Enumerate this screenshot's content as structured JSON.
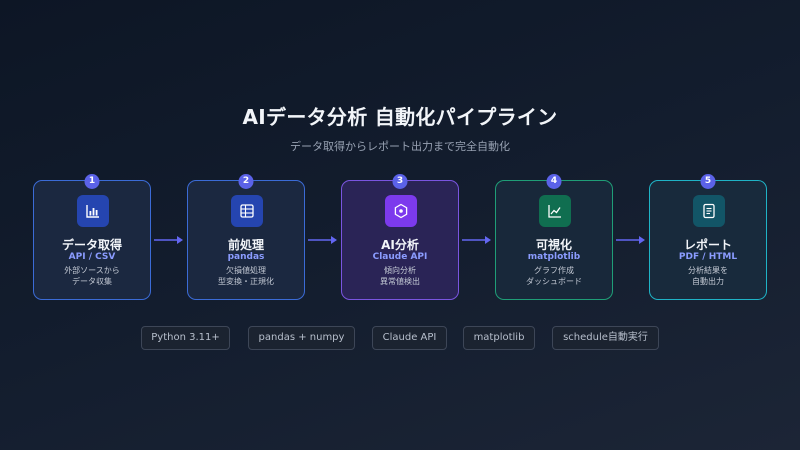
{
  "title": "AIデータ分析 自動化パイプライン",
  "subtitle": "データ取得からレポート出力まで完全自動化",
  "stages": [
    {
      "number": "1",
      "name": "データ取得",
      "tech": "API / CSV",
      "desc": "外部ソースから\nデータ収集",
      "icon": "bar-chart-icon"
    },
    {
      "number": "2",
      "name": "前処理",
      "tech": "pandas",
      "desc": "欠損値処理\n型変換・正規化",
      "icon": "table-icon"
    },
    {
      "number": "3",
      "name": "AI分析",
      "tech": "Claude API",
      "desc": "傾向分析\n異常値検出",
      "icon": "ai-chip-icon"
    },
    {
      "number": "4",
      "name": "可視化",
      "tech": "matplotlib",
      "desc": "グラフ作成\nダッシュボード",
      "icon": "line-chart-icon"
    },
    {
      "number": "5",
      "name": "レポート",
      "tech": "PDF / HTML",
      "desc": "分析結果を\n自動出力",
      "icon": "document-icon"
    }
  ],
  "tags": [
    "Python 3.11+",
    "pandas + numpy",
    "Claude API",
    "matplotlib",
    "schedule自動実行"
  ],
  "colors": {
    "background": "#131d2e",
    "accent": "#5b62e8",
    "tech_text": "#8b9cff",
    "stage_blue": "#3b6bd6",
    "stage_purple": "#7a55e0",
    "stage_green": "#1f9e77",
    "stage_teal": "#1fb3c6"
  }
}
